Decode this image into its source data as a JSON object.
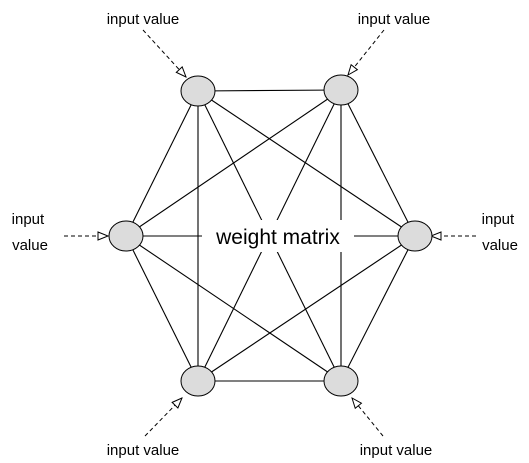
{
  "diagram": {
    "center_label": "weight matrix",
    "nodes": [
      {
        "id": "top-left",
        "input_label": [
          "input value"
        ]
      },
      {
        "id": "top-right",
        "input_label": [
          "input value"
        ]
      },
      {
        "id": "left",
        "input_label": [
          "input",
          "value"
        ]
      },
      {
        "id": "right",
        "input_label": [
          "input",
          "value"
        ]
      },
      {
        "id": "bottom-left",
        "input_label": [
          "input value"
        ]
      },
      {
        "id": "bottom-right",
        "input_label": [
          "input value"
        ]
      }
    ],
    "colors": {
      "node_fill": "#dcdcdc",
      "stroke": "#000000",
      "background": "#ffffff"
    }
  }
}
